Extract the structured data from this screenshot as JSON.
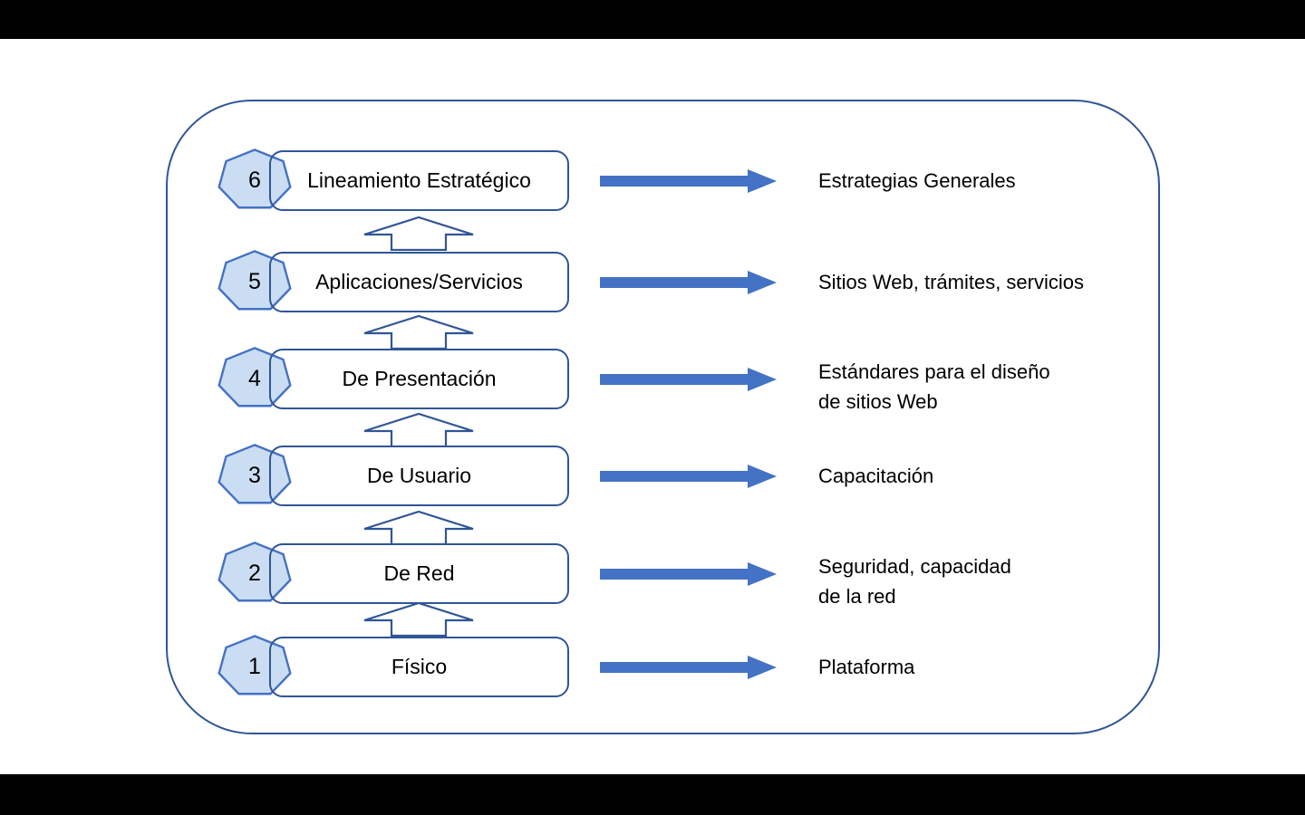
{
  "colors": {
    "accent_fill": "#4472C4",
    "outline_dark": "#2F5597",
    "heptagon_fill": "#CADDF2",
    "heptagon_border": "#4472C4",
    "text_color": "#000000"
  },
  "diagram": {
    "rows": [
      {
        "number": "6",
        "label": "Lineamiento Estratégico",
        "description": "Estrategias Generales"
      },
      {
        "number": "5",
        "label": "Aplicaciones/Servicios",
        "description": "Sitios Web, trámites, servicios"
      },
      {
        "number": "4",
        "label": "De Presentación",
        "description": "Estándares para el diseño\nde sitios Web"
      },
      {
        "number": "3",
        "label": "De Usuario",
        "description": "Capacitación"
      },
      {
        "number": "2",
        "label": "De Red",
        "description": "Seguridad, capacidad\nde la red"
      },
      {
        "number": "1",
        "label": "Físico",
        "description": "Plataforma"
      }
    ]
  }
}
